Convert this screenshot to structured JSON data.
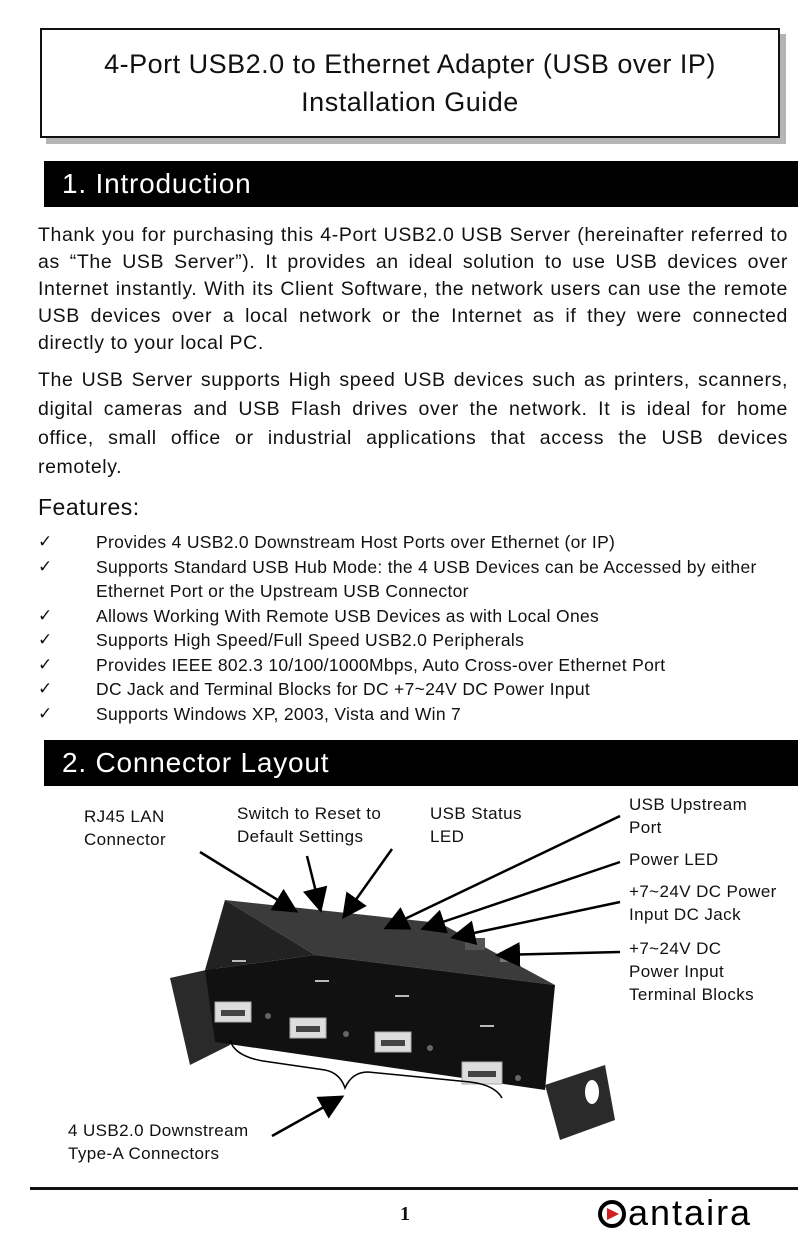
{
  "title": {
    "line1": "4-Port USB2.0 to Ethernet Adapter (USB over IP)",
    "line2": "Installation Guide"
  },
  "section1": {
    "heading": "1. Introduction",
    "para1": "Thank you for purchasing this 4-Port USB2.0 USB Server (hereinafter referred to as “The USB Server”). It provides an ideal solution to use USB devices over Internet instantly. With its Client Software, the network users can use the remote USB devices over a local network or the Internet as if they were connected directly to your local PC.",
    "para2": "The USB Server supports High speed USB devices such as printers, scanners, digital cameras and USB Flash drives over the network. It is ideal for home office, small office or industrial applications that access the USB devices remotely."
  },
  "features": {
    "heading": "Features:",
    "items": [
      "Provides 4 USB2.0 Downstream Host Ports over Ethernet (or IP)",
      "Supports Standard USB Hub Mode: the 4 USB Devices can be Accessed by either Ethernet Port or the Upstream USB Connector",
      "Allows Working With Remote USB Devices as with Local Ones",
      "Supports High Speed/Full Speed USB2.0 Peripherals",
      "Provides IEEE 802.3 10/100/1000Mbps, Auto Cross-over Ethernet Port",
      "DC Jack and Terminal Blocks for DC +7~24V DC Power Input",
      "Supports Windows XP, 2003, Vista and Win 7"
    ]
  },
  "section2": {
    "heading": "2. Connector Layout",
    "labels": {
      "rj45_l1": "RJ45 LAN",
      "rj45_l2": "Connector",
      "reset_l1": "Switch to Reset to",
      "reset_l2": "Default Settings",
      "status_l1": "USB Status",
      "status_l2": "LED",
      "upstream_l1": "USB Upstream",
      "upstream_l2": "Port",
      "power_led": "Power LED",
      "dcjack_l1": "+7~24V DC Power",
      "dcjack_l2": "Input DC Jack",
      "terminal_l1": "+7~24V DC",
      "terminal_l2": "Power Input",
      "terminal_l3": "Terminal Blocks",
      "downstream_l1": "4 USB2.0 Downstream",
      "downstream_l2": "Type-A Connectors"
    }
  },
  "footer": {
    "page_number": "1",
    "logo_text": "antaira"
  }
}
